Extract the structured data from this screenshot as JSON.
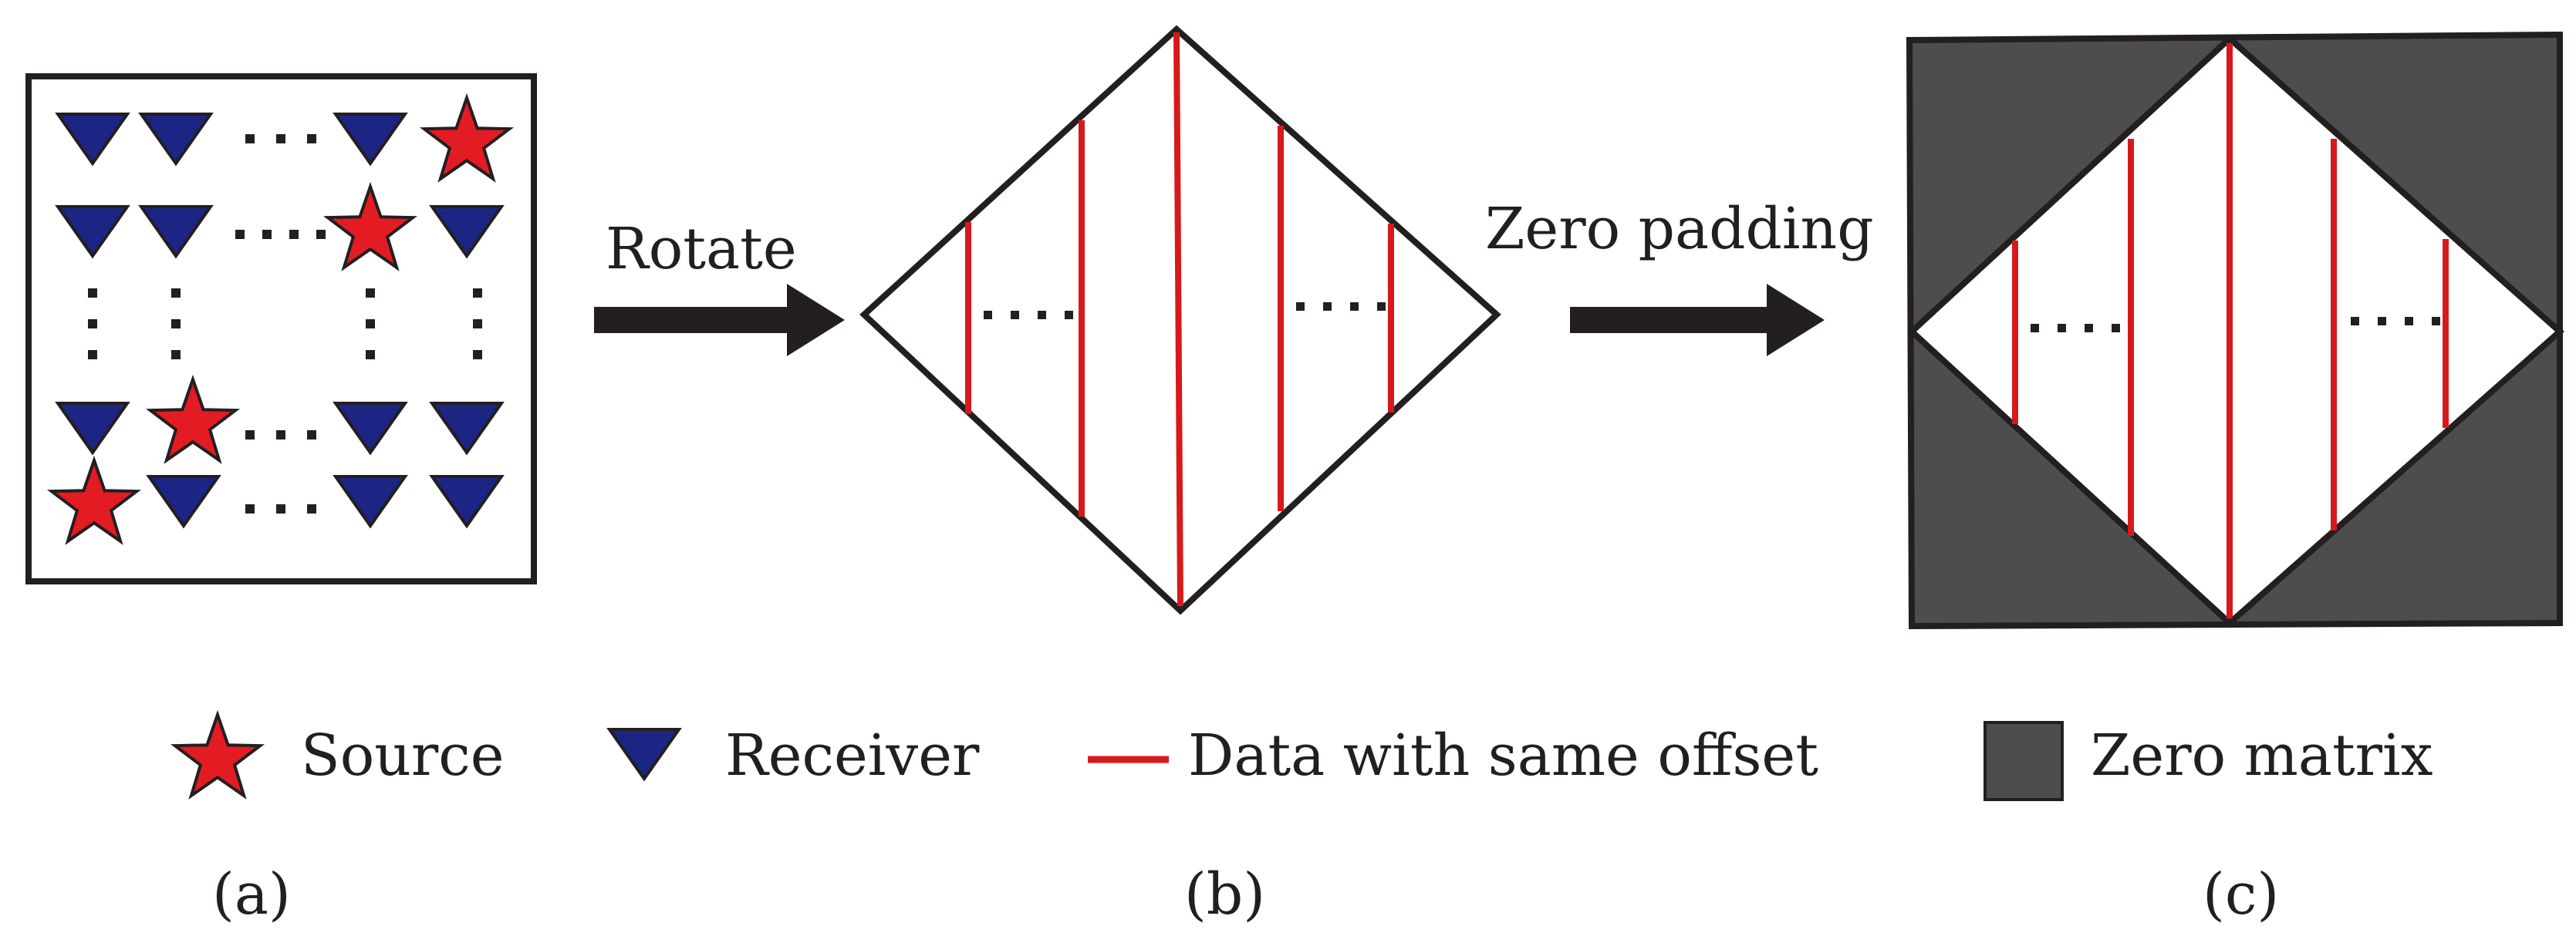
{
  "arrows": {
    "rotate_label": "Rotate",
    "zero_padding_label": "Zero padding"
  },
  "legend": {
    "source": "Source",
    "receiver": "Receiver",
    "same_offset": "Data with same offset",
    "zero_matrix": "Zero matrix"
  },
  "panels": {
    "a": "(a)",
    "b": "(b)",
    "c": "(c)"
  },
  "colors": {
    "source_red": "#e31b23",
    "receiver_blue": "#1c2484",
    "offset_line_red": "#d7191c",
    "zero_matrix_gray": "#4d4d4f",
    "outline": "#231f20"
  },
  "icons": {
    "source": "star-icon",
    "receiver": "down-triangle-icon",
    "gap": "ellipsis-dots"
  }
}
